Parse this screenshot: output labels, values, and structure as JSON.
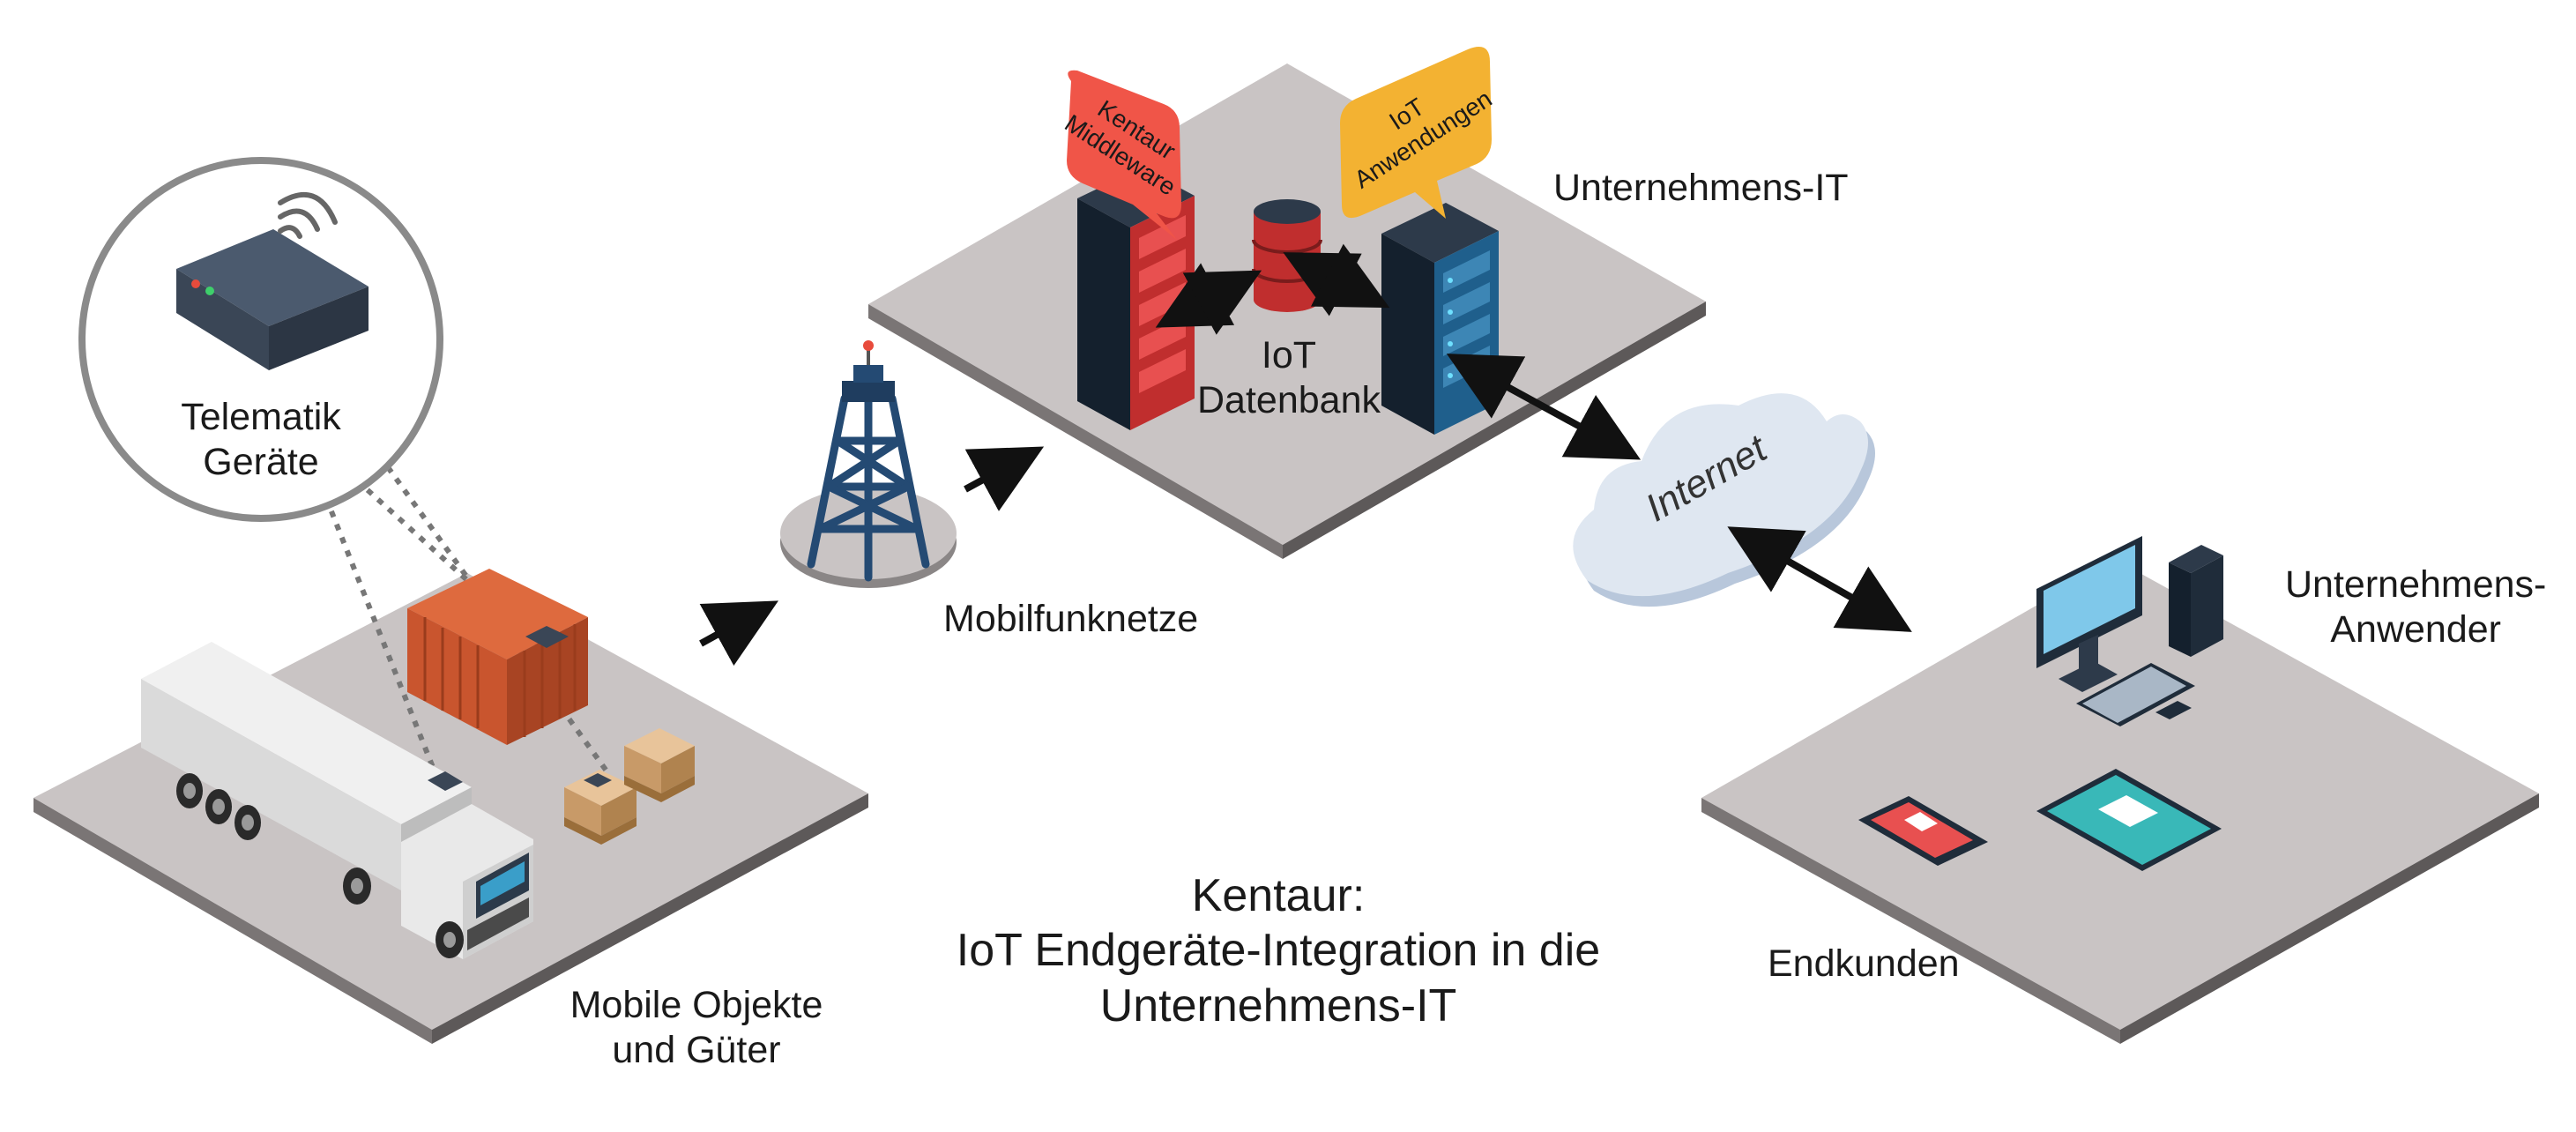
{
  "labels": {
    "telematik_line1": "Telematik",
    "telematik_line2": "Geräte",
    "mobile_line1": "Mobile Objekte",
    "mobile_line2": "und Güter",
    "mobilfunknetze": "Mobilfunknetze",
    "unternehmens_it": "Unternehmens-IT",
    "iot_db_line1": "IoT",
    "iot_db_line2": "Datenbank",
    "internet": "Internet",
    "anwender_line1": "Unternehmens-",
    "anwender_line2": "Anwender",
    "endkunden": "Endkunden"
  },
  "bubbles": {
    "kentaur_line1": "Kentaur",
    "kentaur_line2": "Middleware",
    "iot_line1": "IoT",
    "iot_line2": "Anwendungen"
  },
  "title": {
    "line1": "Kentaur:",
    "line2": "IoT Endgeräte-Integration in die",
    "line3": "Unternehmens-IT"
  },
  "colors": {
    "platform": "#c9c4c4",
    "platform_edge": "#6e6a6a",
    "server_red": "#d93a3a",
    "server_blue": "#1f5f8c",
    "bubble_red": "#f05548",
    "bubble_yellow": "#f3b232",
    "container": "#c9552e",
    "cloud": "#c8d6e8"
  },
  "icons": [
    "router-icon",
    "wifi-icon",
    "truck-icon",
    "container-icon",
    "pallet-icon",
    "tower-icon",
    "server-icon",
    "database-icon",
    "cloud-icon",
    "desktop-computer-icon",
    "smartphone-icon",
    "tablet-icon"
  ]
}
